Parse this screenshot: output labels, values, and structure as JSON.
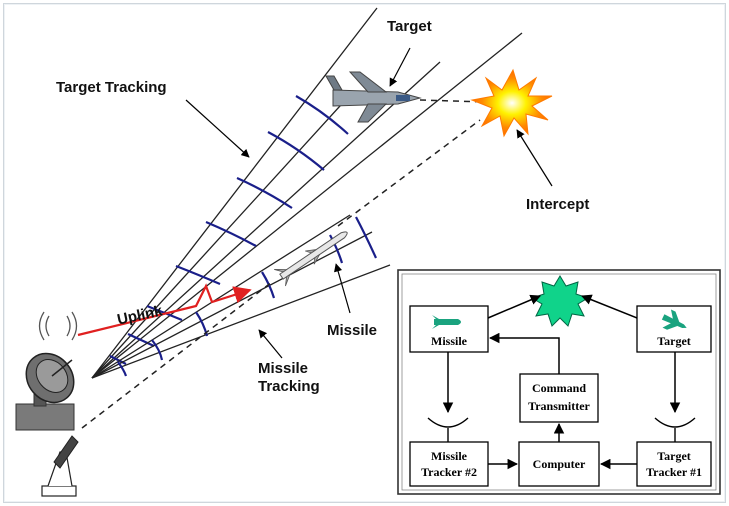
{
  "labels": {
    "target": "Target",
    "target_tracking": "Target Tracking",
    "intercept": "Intercept",
    "uplink": "Uplink",
    "missile": "Missile",
    "missile_tracking_line1": "Missile",
    "missile_tracking_line2": "Tracking"
  },
  "block_diagram": {
    "missile": "Missile",
    "target": "Target",
    "command_line1": "Command",
    "command_line2": "Transmitter",
    "computer": "Computer",
    "missile_tracker_line1": "Missile",
    "missile_tracker_line2": "Tracker #2",
    "target_tracker_line1": "Target",
    "target_tracker_line2": "Tracker #1"
  },
  "colors": {
    "beam_line": "#222222",
    "beam_cross": "#1a1f8a",
    "uplink": "#e02020",
    "burst_outer": "#ff8a00",
    "burst_inner": "#fff200",
    "intercept_star": "#10d38a",
    "icon_teal": "#1aa37f"
  }
}
